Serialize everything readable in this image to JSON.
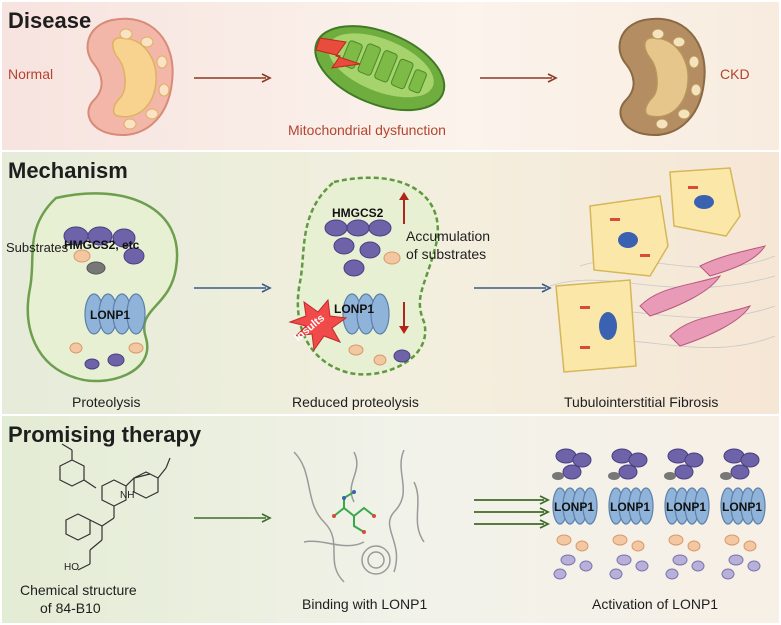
{
  "panels": {
    "disease": {
      "title": "Disease",
      "normal": "Normal",
      "mito": "Mitochondrial dysfunction",
      "ckd": "CKD"
    },
    "mechanism": {
      "title": "Mechanism",
      "hmgcs2_etc": "HMGCS2, etc",
      "substrates": "Substrates",
      "lonp1": "LONP1",
      "proteolysis": "Proteolysis",
      "hmgcs2": "HMGCS2",
      "accumulation": "Accumulation",
      "of_substrates": "of substrates",
      "insults": "Insults",
      "reduced": "Reduced proteolysis",
      "fibrosis": "Tubulointerstitial Fibrosis"
    },
    "therapy": {
      "title": "Promising therapy",
      "chem_line1": "Chemical structure",
      "chem_line2": "of 84-B10",
      "binding": "Binding with LONP1",
      "activation": "Activation of LONP1",
      "lonp1_a": "LONP1",
      "lonp1_b": "LONP1",
      "lonp1_c": "LONP1",
      "lonp1_d": "LONP1",
      "nh": "NH",
      "ho": "HO"
    }
  },
  "colors": {
    "arrow_brown": "#8a3a24",
    "arrow_blue": "#3d5a8a",
    "arrow_green": "#3f6b2a",
    "lonp1_blue": "#8fb3d9",
    "substrate_purple": "#6e62a8"
  }
}
